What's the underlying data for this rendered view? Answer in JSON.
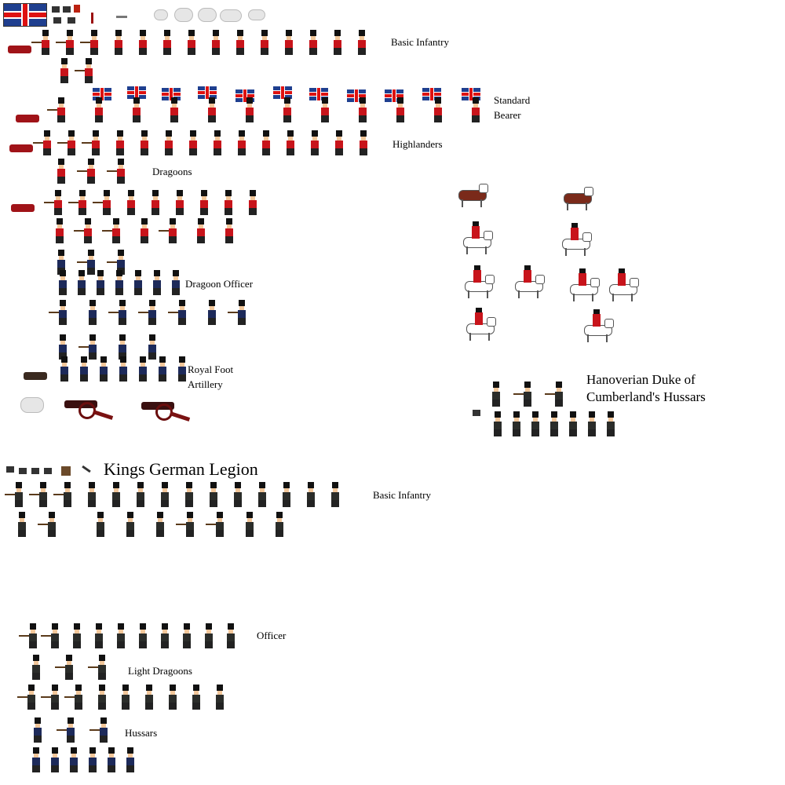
{
  "labels": {
    "basic_infantry": "Basic Infantry",
    "standard_bearer_1": "Standard",
    "standard_bearer_2": "Bearer",
    "highlanders": "Highlanders",
    "dragoons": "Dragoons",
    "dragoon_officer": "Dragoon Officer",
    "royal_foot_artillery_1": "Royal Foot",
    "royal_foot_artillery_2": "Artillery",
    "hanoverian_1": "Hanoverian Duke of",
    "hanoverian_2": "Cumberland's Hussars",
    "kgl_title": "Kings German Legion",
    "kgl_basic_infantry": "Basic Infantry",
    "kgl_officer": "Officer",
    "kgl_light_dragoons": "Light Dragoons",
    "kgl_hussars": "Hussars"
  },
  "colors": {
    "british_red": "#c8141b",
    "union_blue": "#1f3f8f",
    "kgl_dark": "#2b2d2a",
    "dragoon_blue": "#1d2a5a"
  },
  "icons": {
    "flag": "union-jack-icon",
    "horse": "white-horse-icon",
    "cannon": "cannon-icon",
    "smoke": "musket-smoke-icon"
  }
}
